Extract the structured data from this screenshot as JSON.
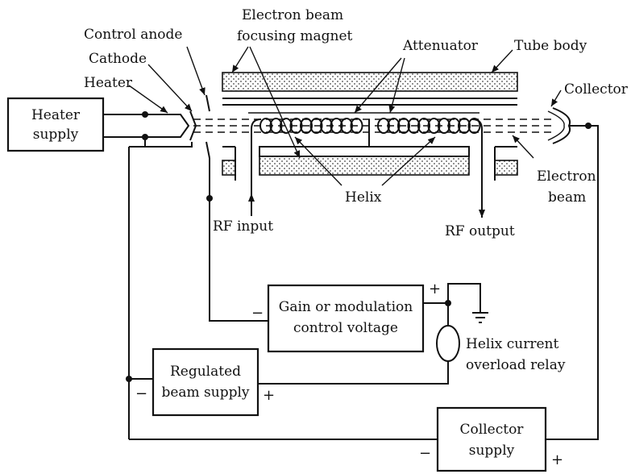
{
  "labels": {
    "control_anode": "Control anode",
    "cathode": "Cathode",
    "heater": "Heater",
    "electron_beam_focusing_magnet_1": "Electron beam",
    "electron_beam_focusing_magnet_2": "focusing magnet",
    "attenuator": "Attenuator",
    "tube_body": "Tube body",
    "collector": "Collector",
    "electron_beam_1": "Electron",
    "electron_beam_2": "beam",
    "helix": "Helix",
    "rf_input": "RF input",
    "rf_output": "RF output",
    "helix_current_1": "Helix current",
    "helix_current_2": "overload relay"
  },
  "boxes": {
    "heater_supply_1": "Heater",
    "heater_supply_2": "supply",
    "gain_control_1": "Gain or modulation",
    "gain_control_2": "control voltage",
    "regulated_beam_1": "Regulated",
    "regulated_beam_2": "beam supply",
    "collector_supply_1": "Collector",
    "collector_supply_2": "supply"
  },
  "signs": {
    "gain_minus": "−",
    "gain_plus": "+",
    "beam_minus": "−",
    "beam_plus": "+",
    "collector_minus": "−",
    "collector_plus": "+"
  }
}
